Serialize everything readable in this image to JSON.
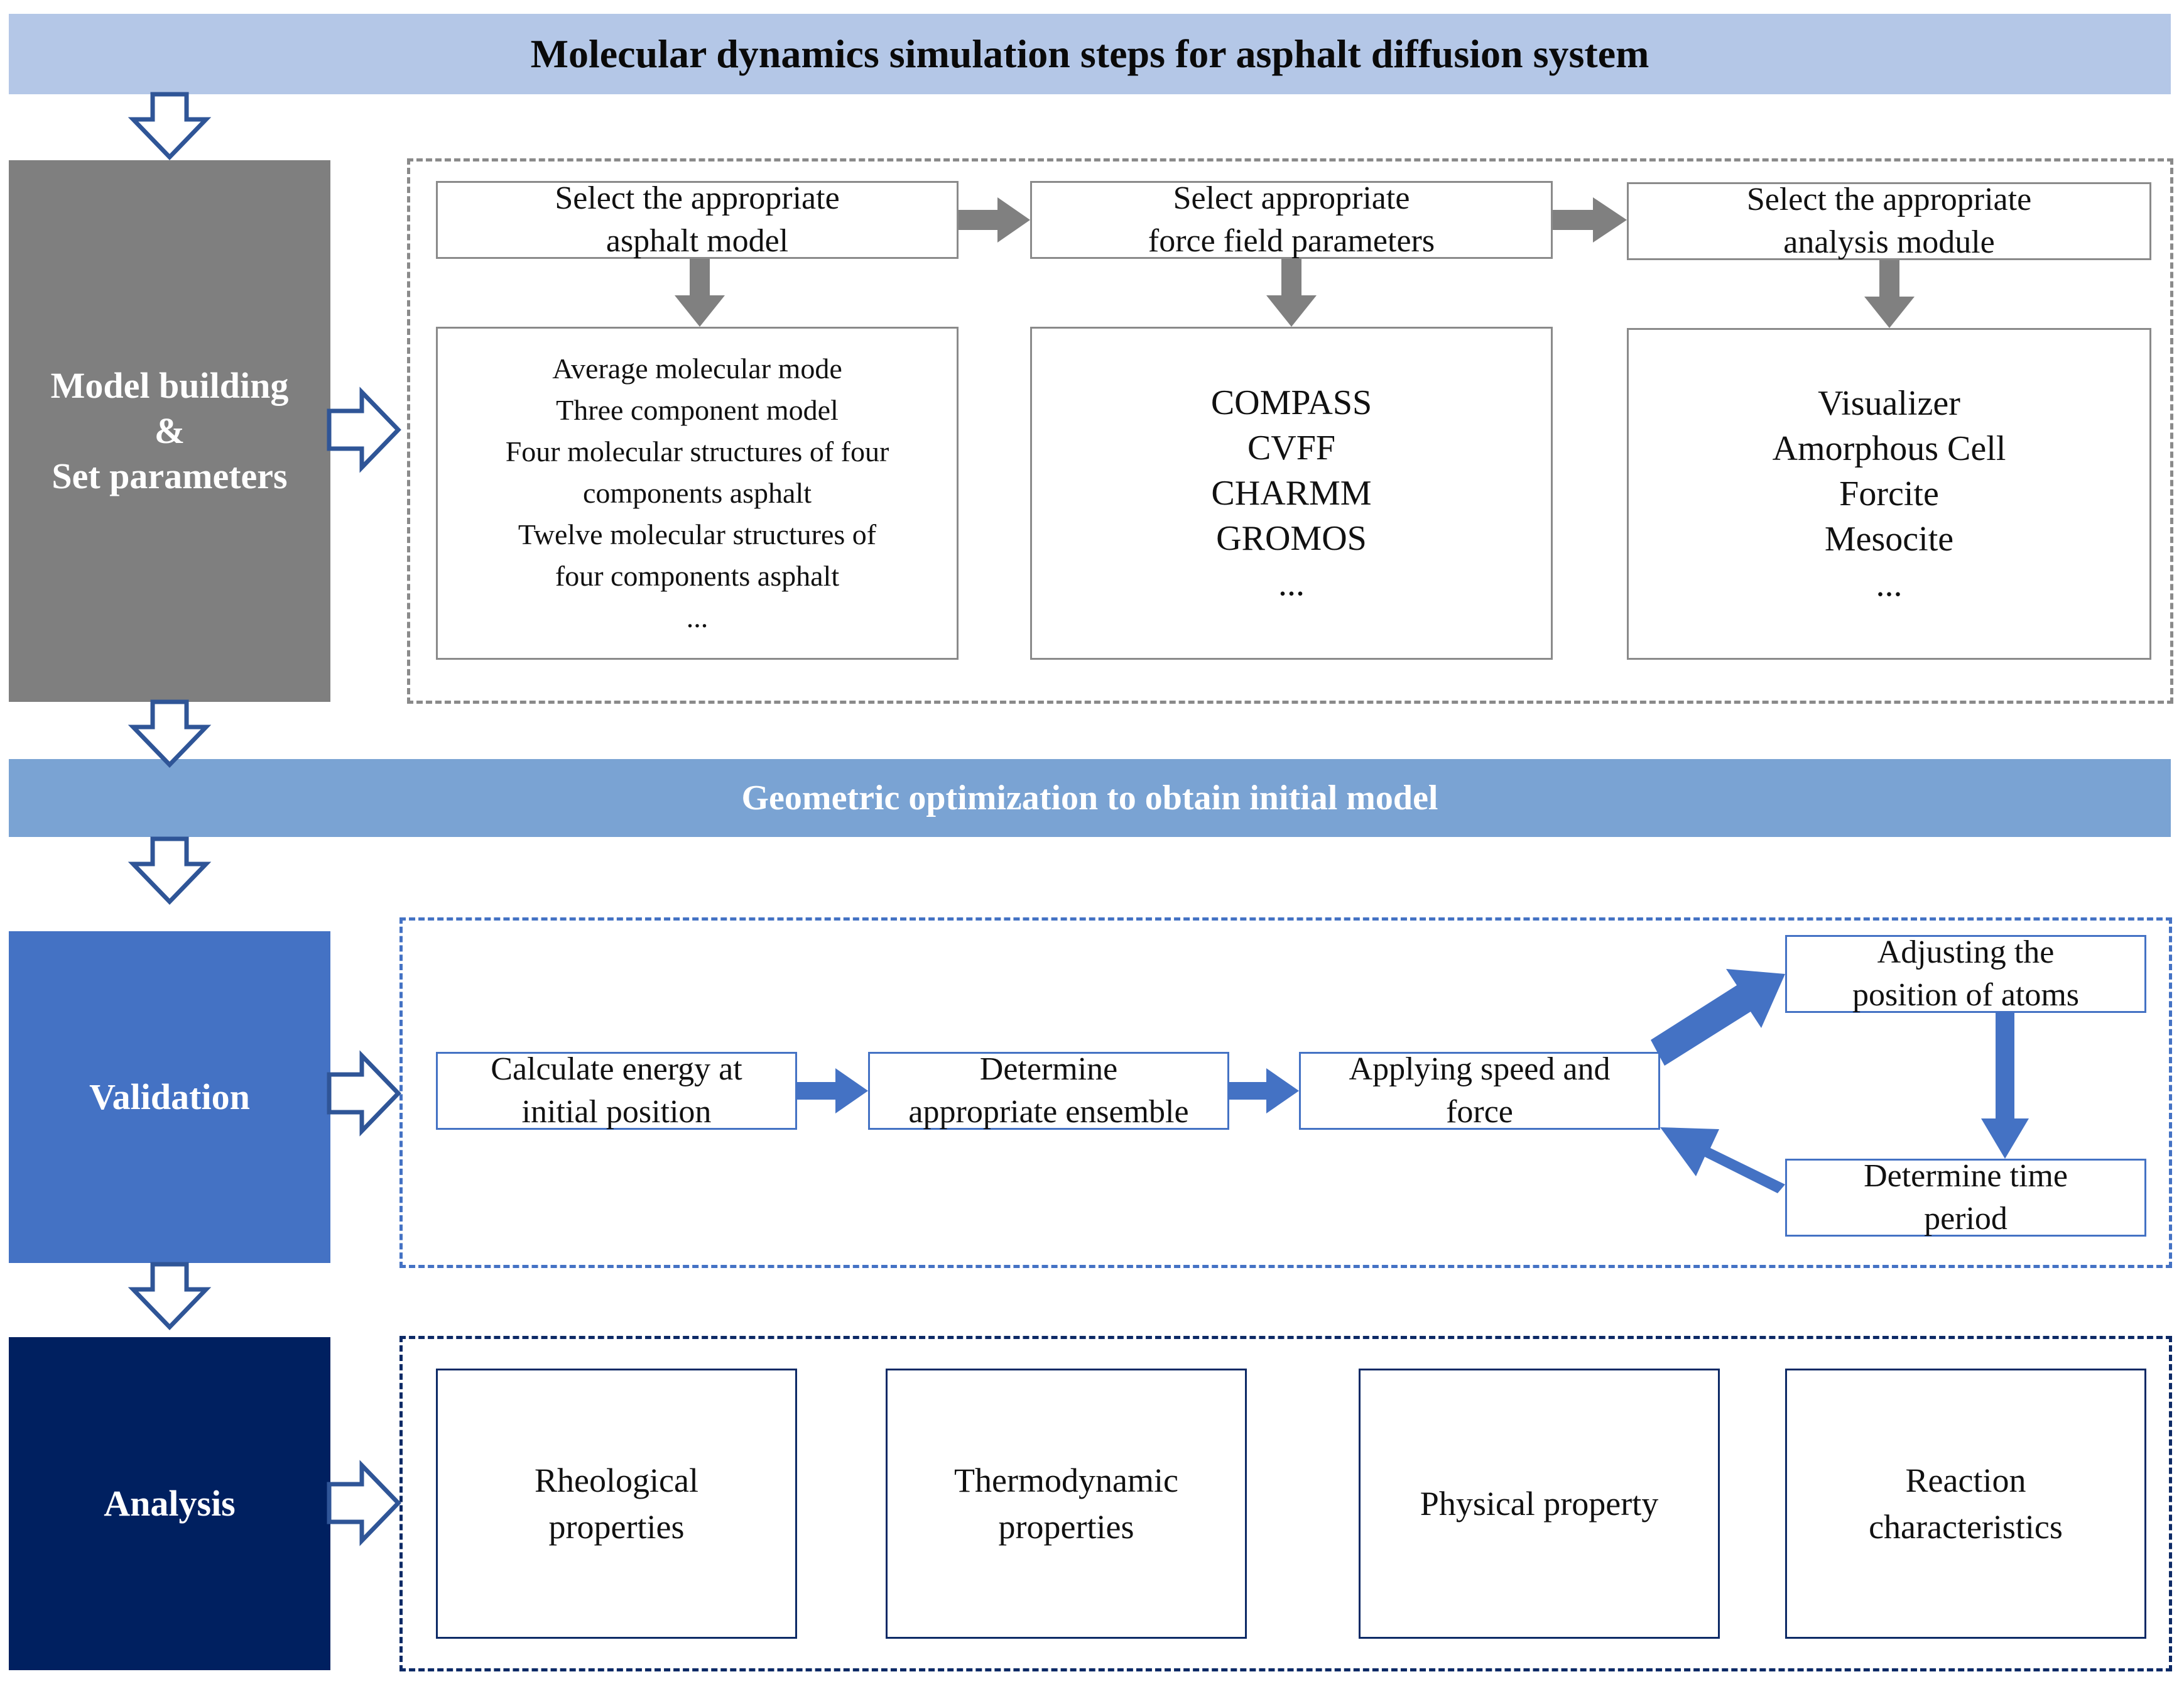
{
  "title": "Molecular dynamics simulation steps for asphalt diffusion system",
  "optimization_banner": "Geometric optimization to obtain initial model",
  "stages": {
    "model_building": "Model building\n&\nSet parameters",
    "validation": "Validation",
    "analysis": "Analysis"
  },
  "model_building": {
    "headers": [
      "Select the appropriate\nasphalt model",
      "Select appropriate\nforce field parameters",
      "Select the appropriate\nanalysis module"
    ],
    "lists": [
      "Average molecular mode\nThree component model\nFour molecular structures of four\ncomponents asphalt\nTwelve molecular structures of\nfour components  asphalt\n...",
      "COMPASS\nCVFF\nCHARMM\nGROMOS\n...",
      "Visualizer\nAmorphous Cell\nForcite\nMesocite\n..."
    ]
  },
  "validation": {
    "steps": [
      "Calculate energy at\ninitial position",
      "Determine\nappropriate ensemble",
      "Applying speed and\nforce"
    ],
    "loop": [
      "Adjusting the\nposition of atoms",
      "Determine time\nperiod"
    ]
  },
  "analysis": {
    "items": [
      "Rheological\nproperties",
      "Thermodynamic\nproperties",
      "Physical property",
      "Reaction\ncharacteristics"
    ]
  },
  "colors": {
    "title_banner": "#b4c7e7",
    "optimization_banner": "#7aa3d3",
    "model_building": "#7f7f7f",
    "validation": "#4472c4",
    "analysis": "#002060",
    "gray_arrow": "#808080",
    "blue_arrow": "#4472c4"
  }
}
